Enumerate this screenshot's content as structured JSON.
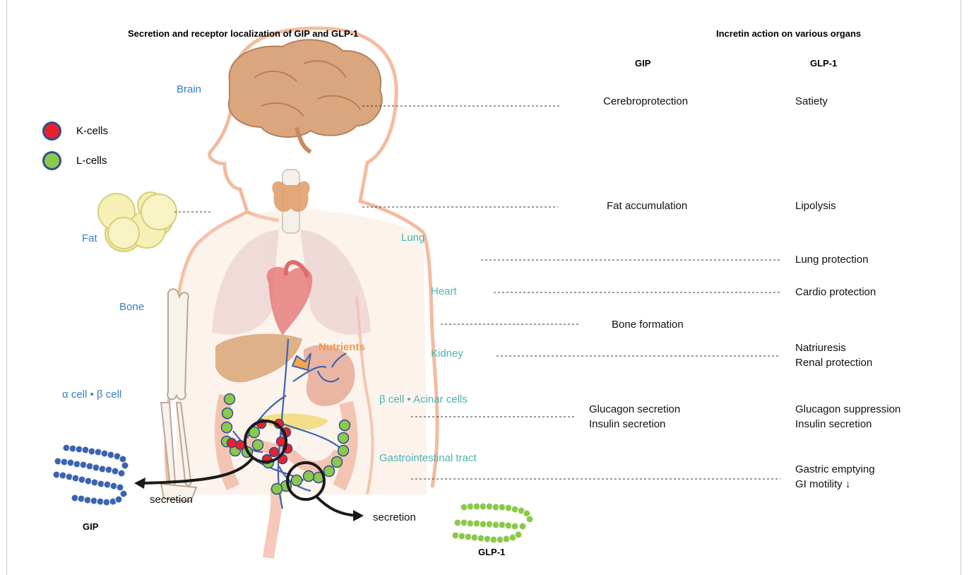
{
  "headers": {
    "left_title": "Secretion and receptor localization of GIP and GLP-1",
    "right_title": "Incretin action on various organs",
    "col_gip": "GIP",
    "col_glp1": "GLP-1"
  },
  "legend": {
    "k_cells": "K-cells",
    "l_cells": "L-cells",
    "k_color": "#e8202a",
    "l_color": "#8cc84b"
  },
  "organs": {
    "brain": "Brain",
    "fat": "Fat",
    "bone": "Bone",
    "alpha_beta": "α cell • β cell",
    "lung": "Lung",
    "heart": "Heart",
    "kidney": "Kidney",
    "beta_acinar": "β cell • Acinar cells",
    "gi_tract": "Gastrointestinal tract",
    "nutrients": "Nutrients"
  },
  "gip_actions": {
    "brain": "Cerebroprotection",
    "fat": "Fat accumulation",
    "bone": "Bone formation",
    "pancreas_1": "Glucagon secretion",
    "pancreas_2": "Insulin secretion"
  },
  "glp1_actions": {
    "brain": "Satiety",
    "fat": "Lipolysis",
    "lung": "Lung protection",
    "heart": "Cardio protection",
    "kidney_1": "Natriuresis",
    "kidney_2": "Renal protection",
    "pancreas_1": "Glucagon suppression",
    "pancreas_2": "Insulin secretion",
    "gi_1": "Gastric emptying",
    "gi_2": "GI motility ↓"
  },
  "secretion": {
    "left": "secretion",
    "right": "secretion"
  },
  "peptides": {
    "gip_label": "GIP",
    "glp1_label": "GLP-1",
    "gip_color": "#3a64b0",
    "glp1_color": "#8cc84b"
  }
}
